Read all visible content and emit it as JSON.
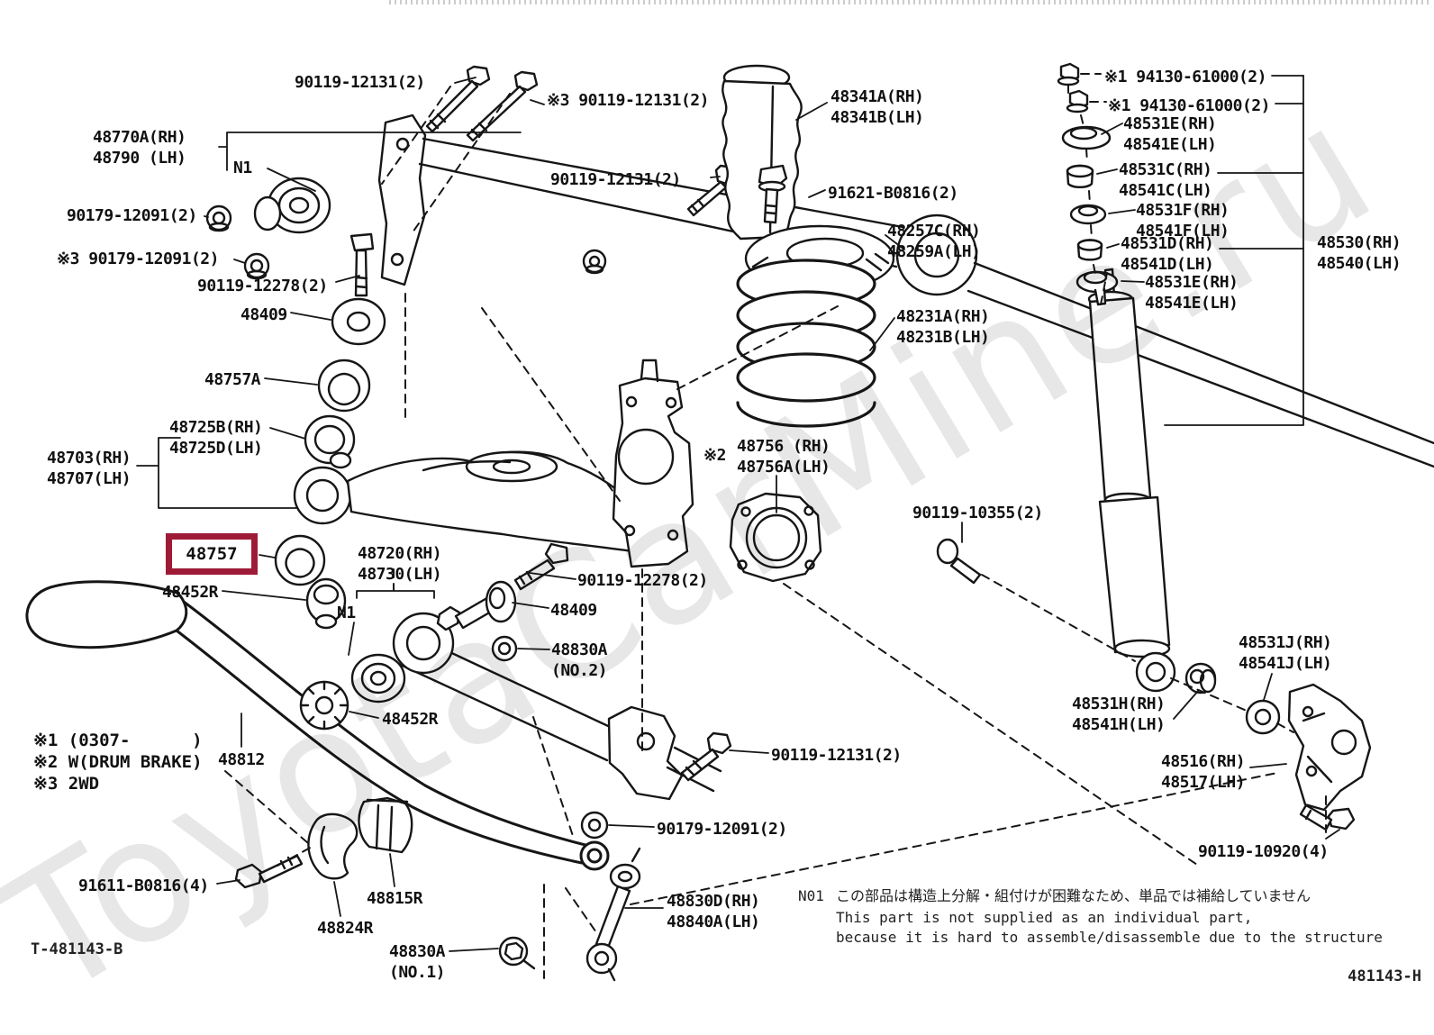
{
  "watermark": "ToyotaCarMine.ru",
  "highlight": {
    "part": "48757",
    "color": "#9e1b38"
  },
  "footer": {
    "left_code": "T-481143-B",
    "right_code": "481143-H"
  },
  "legend": {
    "line1": "※1 (0307-      )",
    "line2": "※2 W(DRUM BRAKE)",
    "line3": "※3 2WD"
  },
  "note": {
    "id": "N01",
    "jp": "この部品は構造上分解・組付けが困難なため、単品では補給していません",
    "en1": "This part is not supplied as an individual part,",
    "en2": "because it is hard to assemble/disassemble due to the structure"
  },
  "labels": {
    "bolt_top": "90119-12131(2)",
    "bolt_top2": "※3 90119-12131(2)",
    "arm_upper": "48770A(RH)\n48790 (LH)",
    "n1_top": "N1",
    "nut_a": "90179-12091(2)",
    "nut_b": "※3 90179-12091(2)",
    "bolt_12278_a": "90119-12278(2)",
    "washer_48409_a": "48409",
    "bolt_mid": "90119-12131(2)",
    "bumper": "48341A(RH)\n48341B(LH)",
    "bolt_91621": "91621-B0816(2)",
    "seat": "48257C(RH)\n48259A(LH)",
    "spring": "48231A(RH)\n48231B(LH)",
    "nut_94130_1": "※1 94130-61000(2)",
    "nut_94130_2": "※1 94130-61000(2)",
    "w_e1": "48531E(RH)\n48541E(LH)",
    "w_c": "48531C(RH)\n48541C(LH)",
    "w_f": "48531F(RH)\n48541F(LH)",
    "w_d": "48531D(RH)\n48541D(LH)",
    "w_e2": "48531E(RH)\n48541E(LH)",
    "shock": "48530(RH)\n48540(LH)",
    "washer_48757a": "48757A",
    "bushing_48725": "48725B(RH)\n48725D(LH)",
    "arm_lower": "48703(RH)\n48707(LH)",
    "bushing_48452_a": "48452R",
    "arm_no1": "48720(RH)\n48730(LH)",
    "n1_bottom": "N1",
    "x2_prefix": "※2",
    "ring_48756": "48756 (RH)\n48756A(LH)",
    "bolt_12278_b": "90119-12278(2)",
    "washer_48409_b": "48409",
    "nut_48830a_no2": "48830A\n(NO.2)",
    "bolt_10355": "90119-10355(2)",
    "bushing_48452_b": "48452R",
    "bar": "48812",
    "bolt_bottom": "90119-12131(2)",
    "nut_bottom": "90179-12091(2)",
    "w_j": "48531J(RH)\n48541J(LH)",
    "w_h": "48531H(RH)\n48541H(LH)",
    "bracket_48516": "48516(RH)\n48517(LH)",
    "bolt_10920": "90119-10920(4)",
    "bolt_91611": "91611-B0816(4)",
    "bushing_48815": "48815R",
    "clamp_48824": "48824R",
    "link_48830d": "48830D(RH)\n48840A(LH)",
    "bolt_48830a_no1": "48830A\n(NO.1)"
  }
}
